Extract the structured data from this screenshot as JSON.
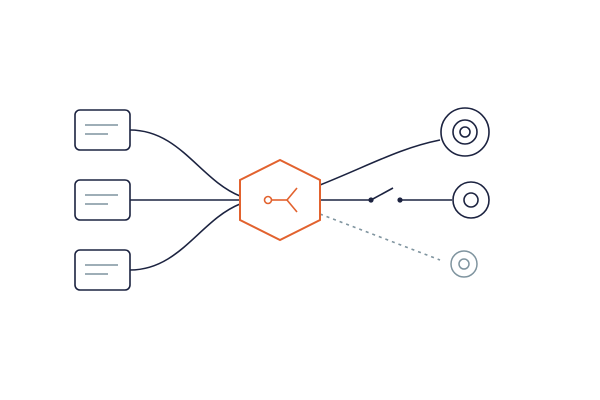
{
  "diagram": {
    "colors": {
      "ink": "#1c2340",
      "accent": "#e2622e",
      "muted": "#7f949f",
      "source_lines": "#7f949f",
      "background": "#ffffff"
    },
    "sources": [
      {
        "icon": "document-icon",
        "line_count": 2
      },
      {
        "icon": "document-icon",
        "line_count": 2
      },
      {
        "icon": "document-icon",
        "line_count": 2
      }
    ],
    "hub": {
      "shape": "hexagon",
      "icon": "fork-icon"
    },
    "outputs": [
      {
        "icon": "double-ring-target-icon",
        "connection": "curved",
        "style": "active"
      },
      {
        "icon": "ring-target-icon",
        "connection": "switch",
        "style": "active"
      },
      {
        "icon": "ring-target-icon",
        "connection": "dashed",
        "style": "inactive"
      }
    ],
    "switch": {
      "state": "open"
    }
  }
}
